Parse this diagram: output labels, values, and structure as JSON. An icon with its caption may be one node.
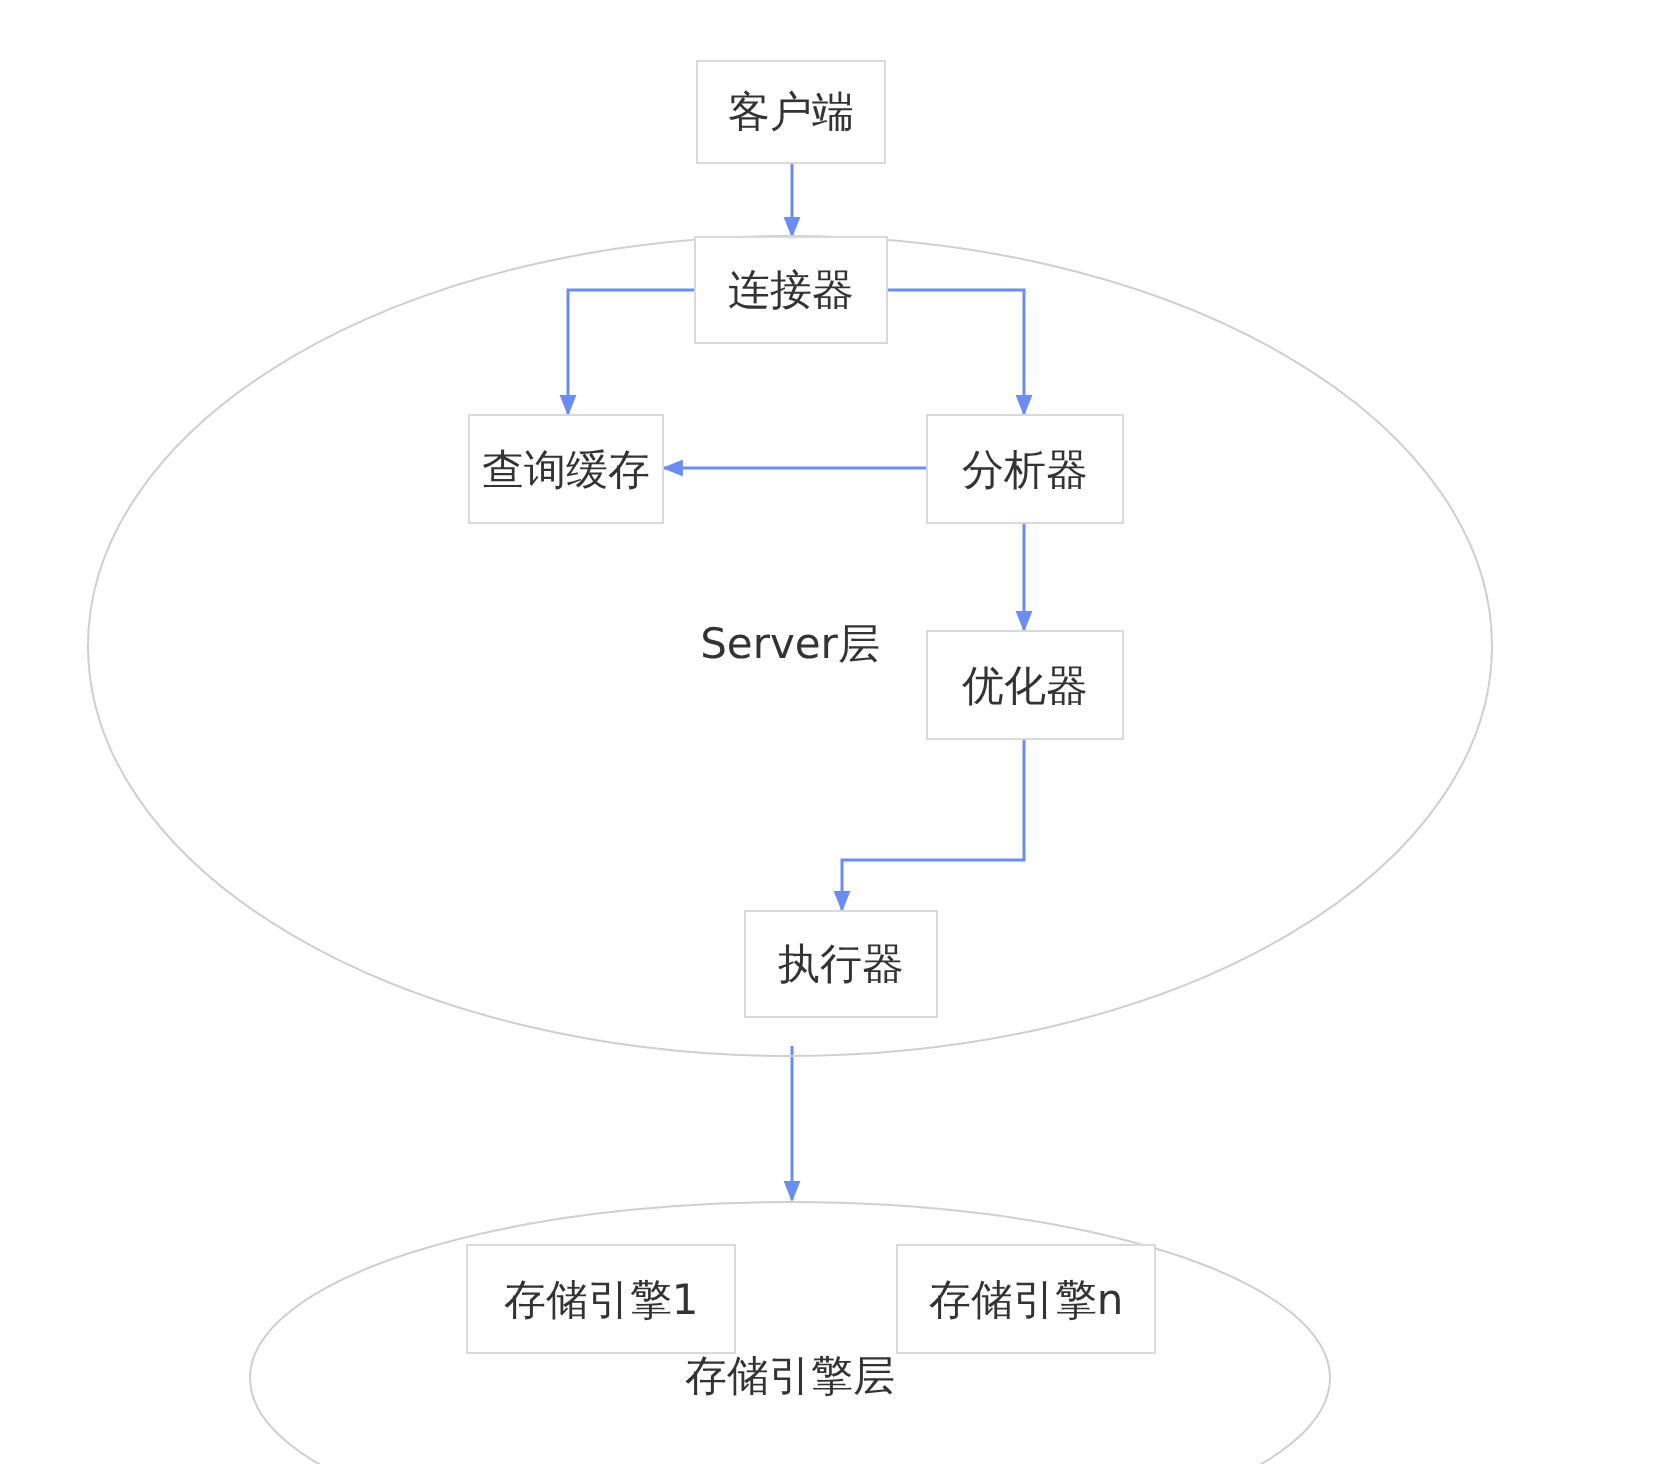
{
  "diagram": {
    "nodes": [
      {
        "text": [
          "客户端"
        ]
      },
      {
        "text": [
          "Server层"
        ]
      },
      {
        "text": [
          "连接器"
        ],
        "in": 1
      },
      {
        "text": [
          "查询缓存"
        ],
        "in": 1
      },
      {
        "text": [
          "分析器"
        ],
        "in": 1
      },
      {
        "text": [
          "优化器"
        ],
        "in": 1
      },
      {
        "text": [
          "执行器"
        ],
        "in": 1
      },
      {
        "text": [
          "存储引擎层"
        ]
      },
      {
        "text": [
          "存储引擎1"
        ],
        "in": 7
      },
      {
        "text": [
          "存储引擎n"
        ],
        "in": 7
      }
    ],
    "edges": [
      {
        "from": 0,
        "to": 2,
        "arrow": "to"
      },
      {
        "from": 2,
        "to": 3,
        "arrow": "to"
      },
      {
        "from": 2,
        "to": 4,
        "arrow": "to"
      },
      {
        "from": 4,
        "to": 3,
        "arrow": "to"
      },
      {
        "from": 4,
        "to": 5,
        "arrow": "to"
      },
      {
        "from": 5,
        "to": 6,
        "arrow": "to"
      },
      {
        "from": 1,
        "to": 7,
        "arrow": "to"
      }
    ]
  }
}
